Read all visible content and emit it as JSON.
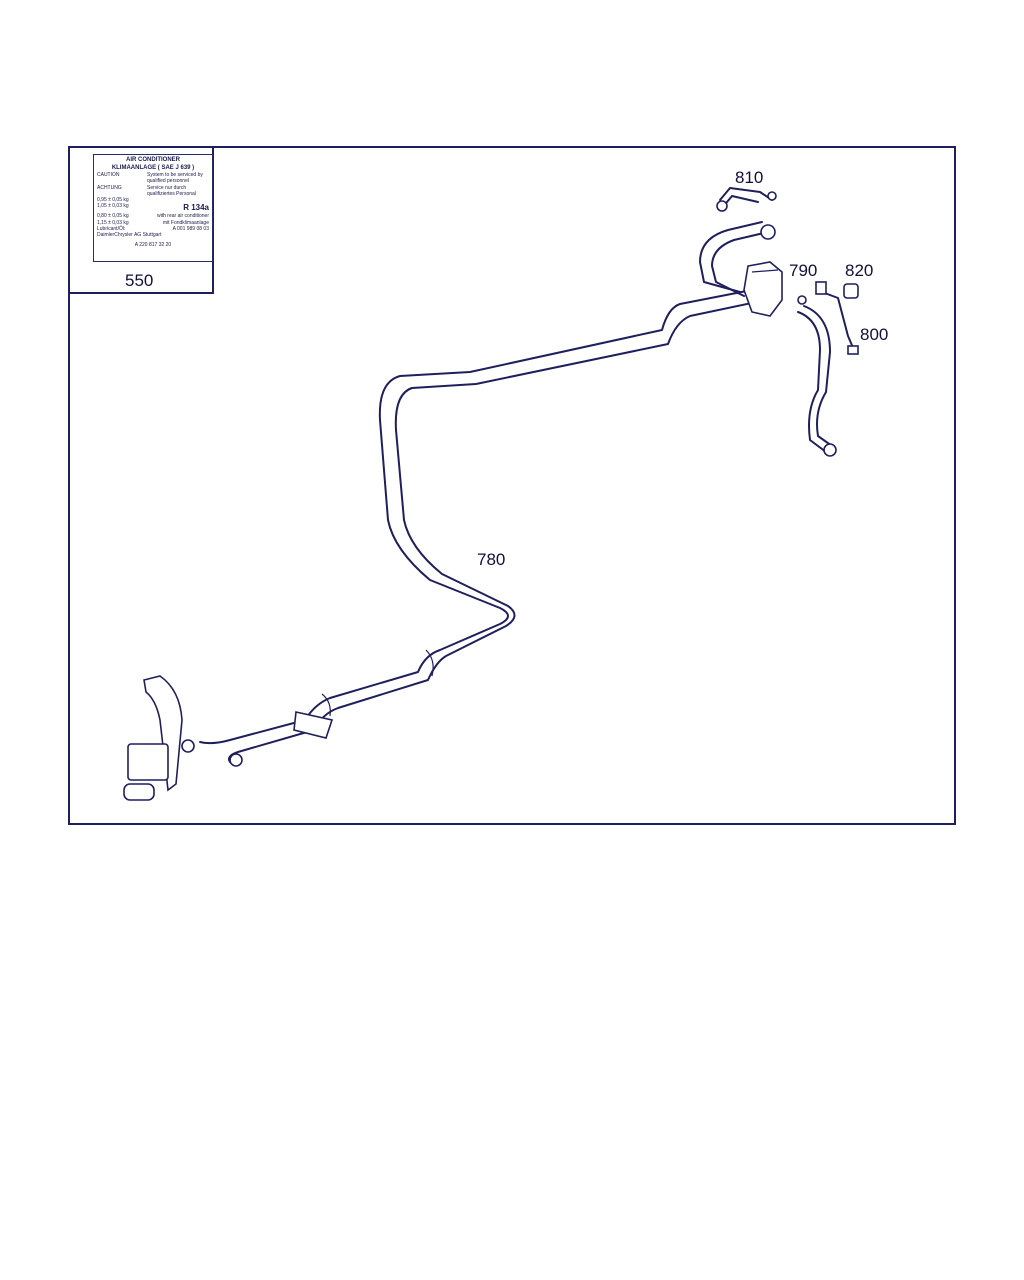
{
  "label_sticker": {
    "title_line1": "AIR CONDITIONER",
    "title_line2": "KLIMAANLAGE ( SAE J 639 )",
    "caution_label": "CAUTION",
    "caution_text": "System to be serviced by qualified personnel",
    "achtung_label": "ACHTUNG",
    "achtung_text": "Service nur durch qualifiziertes Personal",
    "charge_1": "0,95 ± 0,05 kg",
    "charge_2": "1,05 ± 0,03 kg",
    "refrigerant": "R 134a",
    "charge_3": "0,80 ± 0,05 kg",
    "charge_3_note": "with rear air conditioner",
    "charge_4": "1,15 ± 0,03 kg",
    "charge_4_note": "mit Fondklimaanlage",
    "lubricant_label": "Lubricant/Öl:",
    "lubricant_value": "A 001 989 08 03",
    "maker": "DaimlerChrysler AG Stuttgart",
    "part_number": "A 220 817 32 20"
  },
  "callouts": {
    "label_550": "550",
    "label_780": "780",
    "label_790": "790",
    "label_800": "800",
    "label_810": "810",
    "label_820": "820"
  },
  "colors": {
    "line": "#1f1f5e",
    "background": "#ffffff"
  }
}
